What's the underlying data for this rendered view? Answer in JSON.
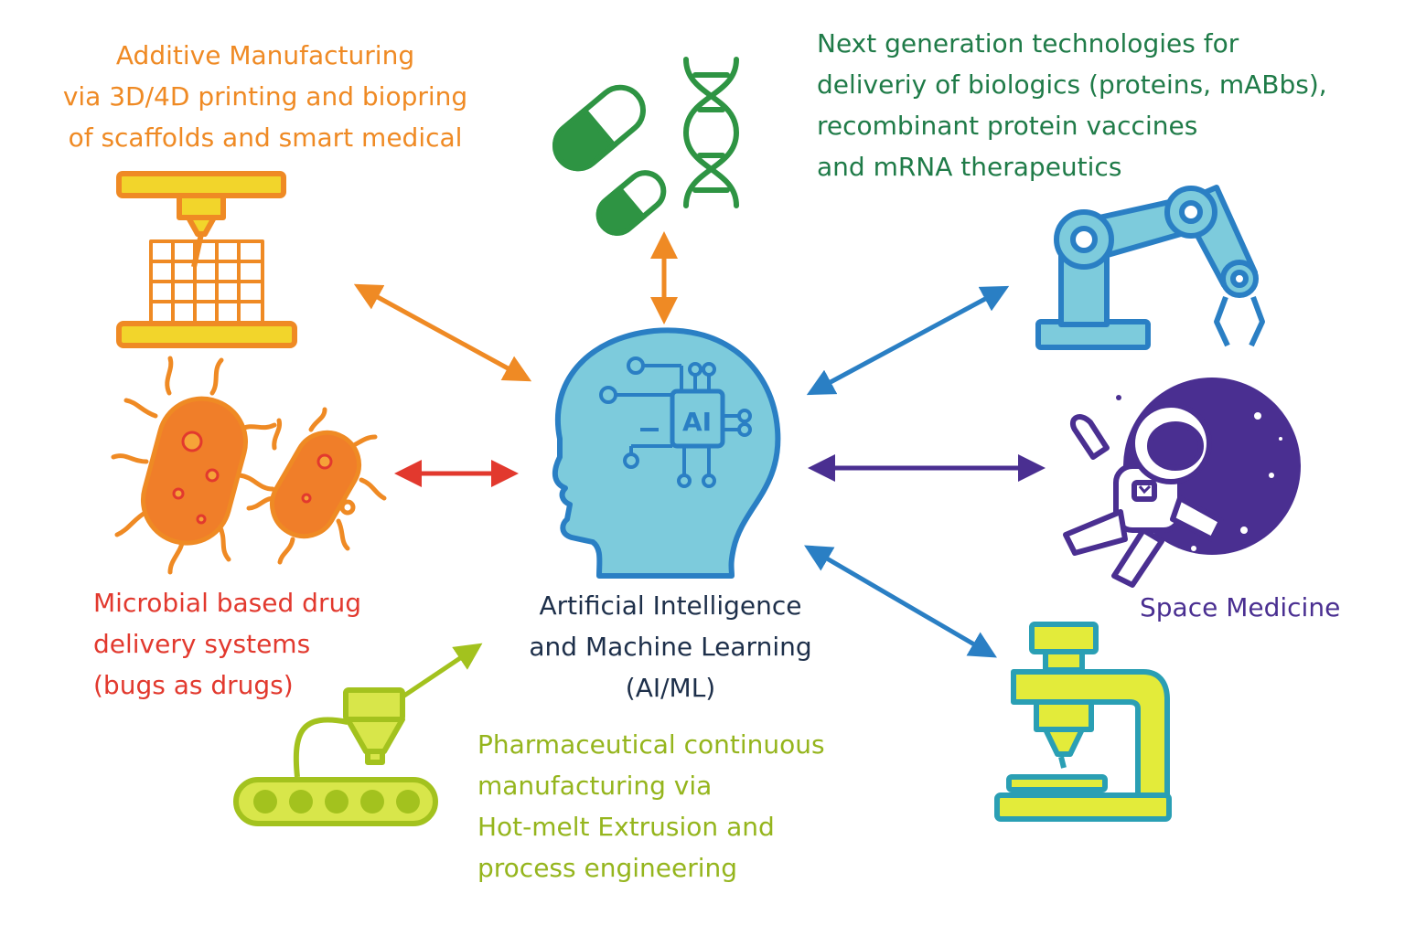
{
  "center": {
    "chip_label": "AI",
    "title_lines": [
      "Artificial Intelligence",
      "and Machine Learning",
      "(AI/ML)"
    ]
  },
  "additive": {
    "lines": [
      "Additive Manufacturing",
      "via 3D/4D printing and biopring",
      "of scaffolds and smart medical"
    ]
  },
  "nextgen": {
    "lines": [
      "Next generation technologies for",
      "deliveriy of biologics (proteins, mABbs),",
      "recombinant protein vaccines",
      "and mRNA therapeutics"
    ]
  },
  "microbial": {
    "lines": [
      "Microbial based drug",
      "delivery systems",
      "(bugs as drugs)"
    ]
  },
  "pharma": {
    "lines": [
      "Pharmaceutical continuous",
      "manufacturing via",
      "Hot-melt Extrusion and",
      "process engineering"
    ]
  },
  "space": {
    "lines": [
      "Space Medicine"
    ]
  },
  "colors": {
    "orange": "#ef8a24",
    "green": "#2e9443",
    "dark_green": "#1f7b48",
    "red": "#e2392e",
    "blue": "#2a7fc4",
    "purple": "#4a2f91",
    "lime": "#a3c21e",
    "yellow": "#f2d52b",
    "head_fill": "#7dcbdc",
    "navy": "#1d2f4a"
  },
  "icons": [
    "3d-printer-icon",
    "capsules-icon",
    "dna-icon",
    "robotic-arm-icon",
    "bacteria-icon",
    "ai-head-icon",
    "astronaut-icon",
    "extrusion-conveyor-icon",
    "bioprinter-icon"
  ]
}
